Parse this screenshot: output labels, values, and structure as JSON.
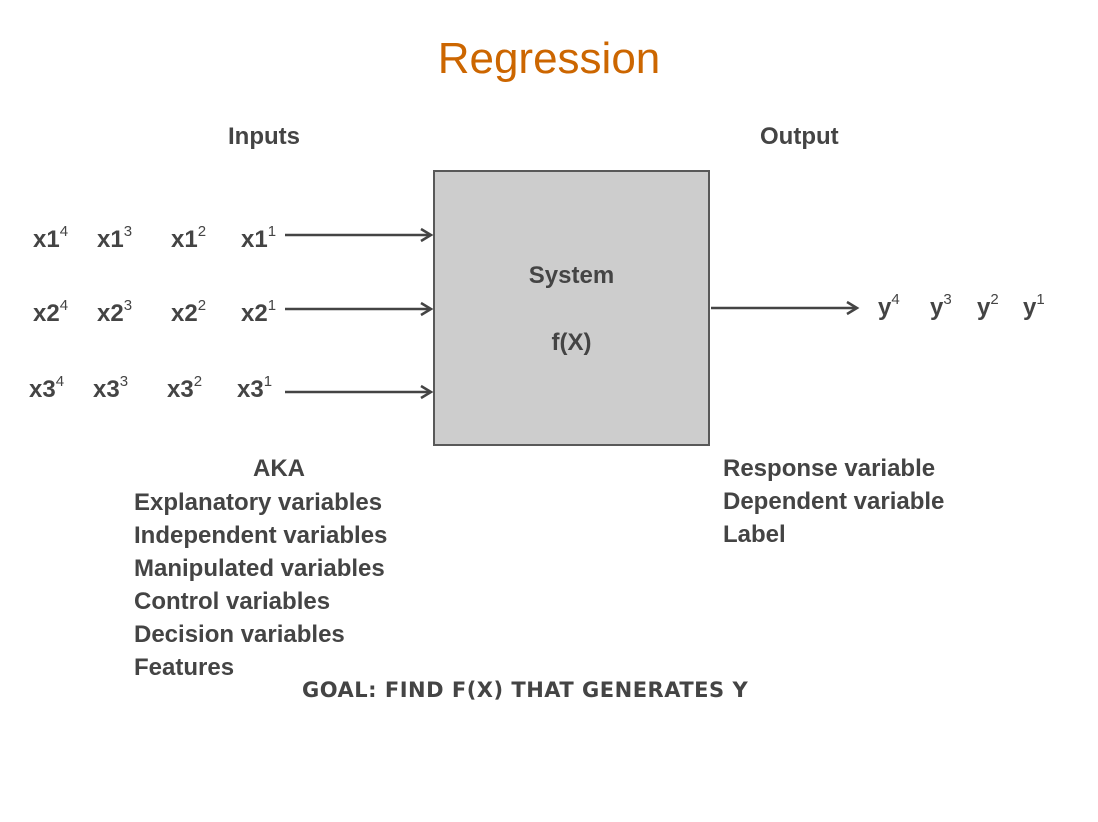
{
  "title": "Regression",
  "inputs_heading": "Inputs",
  "output_heading": "Output",
  "inputs": [
    {
      "name": "x1",
      "samples": [
        {
          "base": "x1",
          "sup": "4"
        },
        {
          "base": "x1",
          "sup": "3"
        },
        {
          "base": "x1",
          "sup": "2"
        },
        {
          "base": "x1",
          "sup": "1"
        }
      ]
    },
    {
      "name": "x2",
      "samples": [
        {
          "base": "x2",
          "sup": "4"
        },
        {
          "base": "x2",
          "sup": "3"
        },
        {
          "base": "x2",
          "sup": "2"
        },
        {
          "base": "x2",
          "sup": "1"
        }
      ]
    },
    {
      "name": "x3",
      "samples": [
        {
          "base": "x3",
          "sup": "4"
        },
        {
          "base": "x3",
          "sup": "3"
        },
        {
          "base": "x3",
          "sup": "2"
        },
        {
          "base": "x3",
          "sup": "1"
        }
      ]
    }
  ],
  "system": {
    "label": "System",
    "function": "f(X)"
  },
  "outputs": [
    {
      "base": "y",
      "sup": "4"
    },
    {
      "base": "y",
      "sup": "3"
    },
    {
      "base": "y",
      "sup": "2"
    },
    {
      "base": "y",
      "sup": "1"
    }
  ],
  "inputs_aka": {
    "heading": "AKA",
    "items": [
      "Explanatory variables",
      "Independent variables",
      "Manipulated variables",
      "Control variables",
      "Decision variables",
      "Features"
    ]
  },
  "output_aka": {
    "items": [
      "Response variable",
      "Dependent variable",
      "Label"
    ]
  },
  "goal": "GOAL: FIND F(X) THAT GENERATES Y",
  "colors": {
    "title": "#cc6600",
    "text": "#444444",
    "box_fill": "#cdcdcd",
    "box_border": "#595959"
  }
}
